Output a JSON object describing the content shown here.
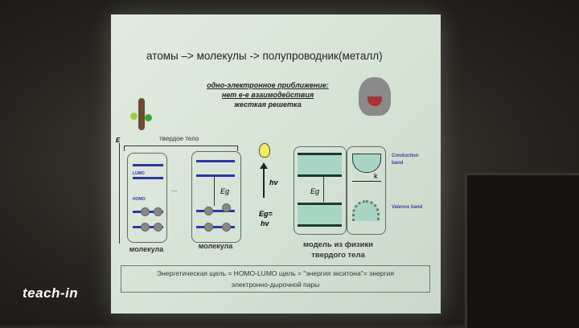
{
  "slide": {
    "title": "атомы –> молекулы -> полупроводник(металл)",
    "subtitle_lines": [
      "одно-электронное приближение:",
      "нет е-е взаимодействия",
      "жесткая решетка"
    ],
    "axis_label": "E",
    "solid_label": "твердое тело",
    "lumo": "LUMO",
    "homo": "HOMO",
    "ellipsis": "....",
    "eg": "Eg",
    "hv": "hv",
    "eg_eq": "Eg=",
    "hv2": "hv",
    "molecule_labels": [
      "молекула",
      "молекула"
    ],
    "model_label_lines": [
      "модель из физики",
      "твердого тела"
    ],
    "conduction_lines": [
      "Conduction",
      "band"
    ],
    "valence": "Valence band",
    "k": "k",
    "note_lines": [
      "Энергетическая щель = HOMO-LUMO  щель = \"энергия экситона\"= энергия",
      "электронно-дырочной пары"
    ]
  },
  "logo": "teach-in"
}
